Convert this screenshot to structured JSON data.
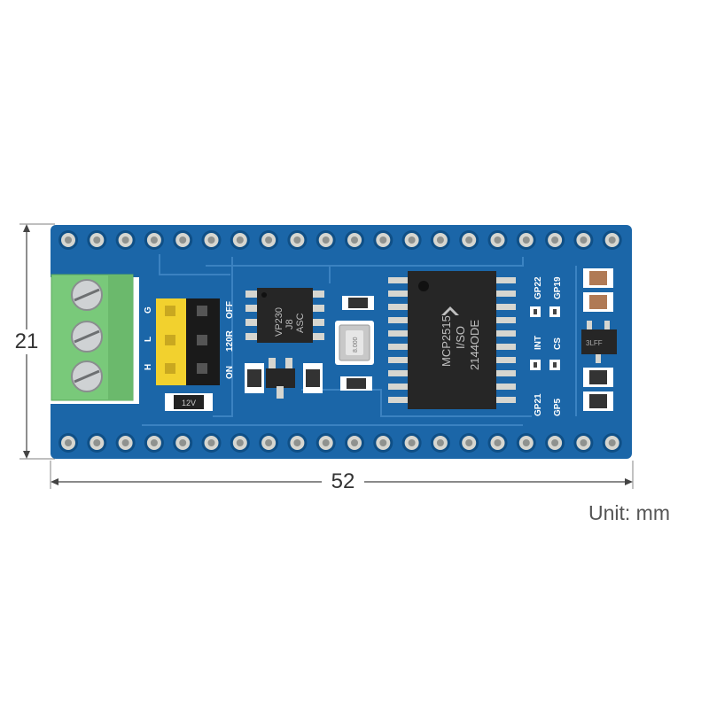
{
  "dimensions": {
    "width": "52",
    "height": "21",
    "unit": "Unit: mm"
  },
  "colors": {
    "pcb": "#1b66a8",
    "trace": "#3f86c4",
    "terminal": "#79c97a",
    "pin": "#d6d6d0",
    "chip": "#262626",
    "header": "#f2d12e"
  },
  "labels": {
    "terminal": [
      "H",
      "L",
      "G"
    ],
    "jumper_on": "ON",
    "jumper_120r": "120R",
    "jumper_off": "OFF",
    "jumper_chip": "12V",
    "transceiver_chip": [
      "VP230",
      "J8",
      "ASC"
    ],
    "controller_chip": [
      "MCP2515",
      "I/SO",
      "2144ODE"
    ],
    "crystal": "8.000",
    "pins_left": [
      "GP21",
      "GP5"
    ],
    "pins_mid": [
      "INT",
      "CS"
    ],
    "pins_right": [
      "GP22",
      "GP19"
    ],
    "regulator": "3LFF"
  }
}
